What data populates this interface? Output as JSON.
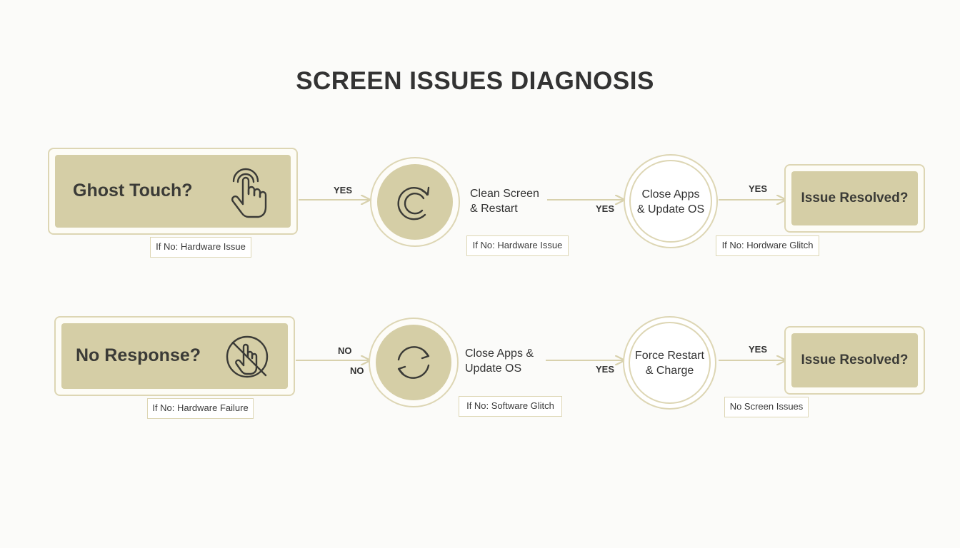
{
  "title": "SCREEN ISSUES DIAGNOSIS",
  "colors": {
    "accent_fill": "#d5cea6",
    "accent_border": "#ddd6b4",
    "text": "#333333",
    "background": "#fbfbf9"
  },
  "row1": {
    "question": "Ghost Touch?",
    "question_icon": "touch-hand-icon",
    "label_yes_1": "YES",
    "note_1": "If No: Hardware Issue",
    "step_icon": "refresh-circle-icon",
    "step_line1": "Clean Screen",
    "step_line2": "& Restart",
    "note_2": "If No: Hardware Issue",
    "label_yes_2": "YES",
    "ring_line1": "Close Apps",
    "ring_line2": "& Update OS",
    "note_3": "If No: Hordware Glitch",
    "label_yes_3": "YES",
    "result": "Issue Resolved?"
  },
  "row2": {
    "question": "No Response?",
    "question_icon": "no-touch-icon",
    "label_no_1": "NO",
    "label_no_2": "NO",
    "note_1": "If No: Hardware Failure",
    "step_icon": "sync-arrows-icon",
    "step_line1": "Close Apps &",
    "step_line2": "Update OS",
    "note_2": "If No: Software Glitch",
    "label_yes_2": "YES",
    "ring_line1": "Force Restart",
    "ring_line2": "& Charge",
    "note_3": "No Screen Issues",
    "label_yes_3": "YES",
    "result": "Issue Resolved?"
  }
}
